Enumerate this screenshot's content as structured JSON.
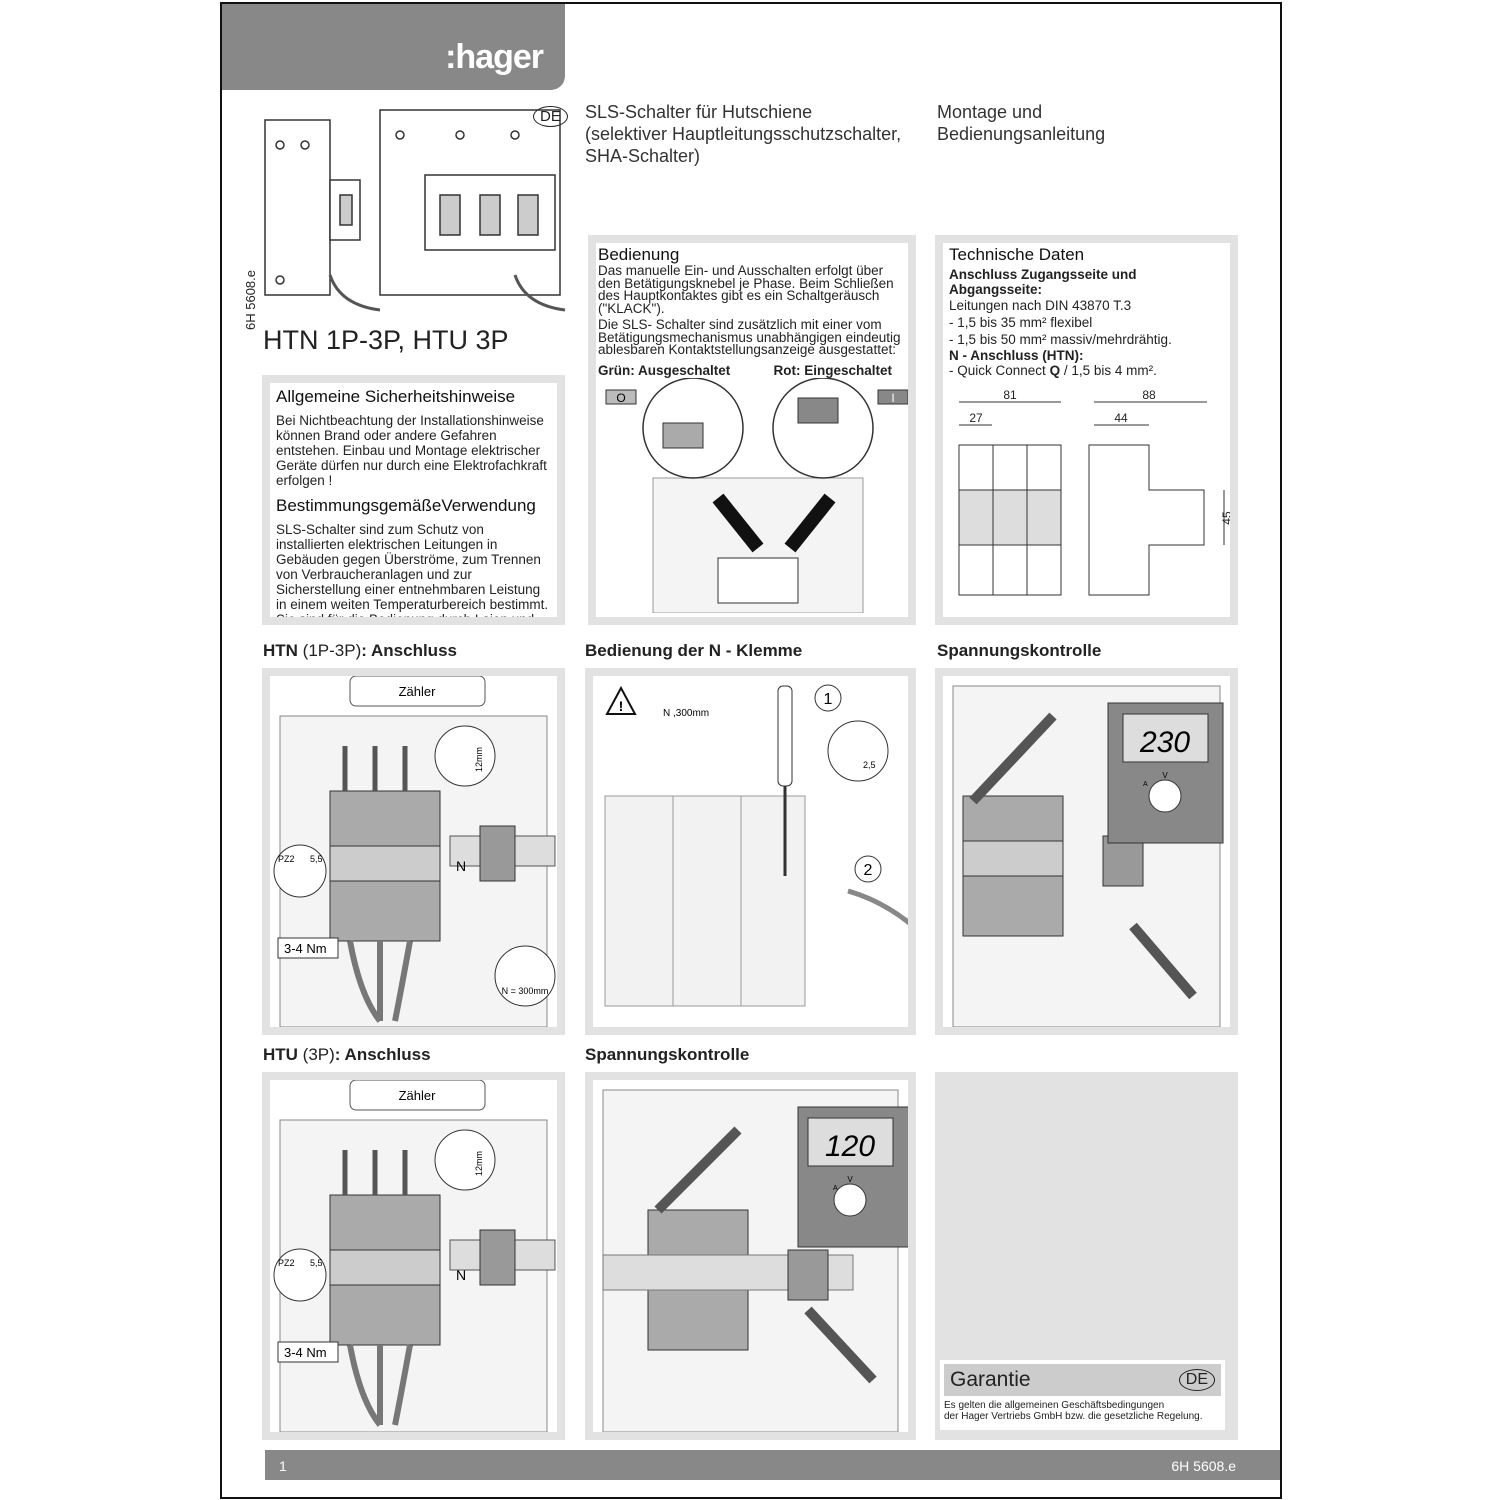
{
  "brand": {
    "logo": ":hager",
    "header_color": "#888888"
  },
  "doc_code_vertical": "6H 5608.e",
  "language_badge": "DE",
  "product_title": "HTN 1P-3P, HTU 3P",
  "doc_title": [
    "SLS-Schalter für Hutschiene",
    "(selektiver Hauptleitungsschutzschalter,",
    "SHA-Schalter)"
  ],
  "doc_subtitle": [
    "Montage und",
    "Bedienungsanleitung"
  ],
  "safety": {
    "heading": "Allgemeine Sicherheitshinweise",
    "text": "Bei Nichtbeachtung der Installationshinweise können Brand oder andere Gefahren entstehen. Einbau und Montage elektrischer Geräte dürfen nur durch eine Elektrofachkraft erfolgen !",
    "heading2": "BestimmungsgemäßeVerwendung",
    "text2": "SLS-Schalter sind zum Schutz von installierten elektrischen Leitungen in Gebäuden gegen Überströme, zum Trennen von Verbraucheranlagen und zur Sicherstellung einer entnehmbaren Leistung in einem weiten Temperaturbereich bestimmt. Sie sind für die Bedienung durch Laien und für den wartungslosen Einsatz gebaut."
  },
  "operation": {
    "heading": "Bedienung",
    "text": "Das manuelle Ein- und Ausschalten erfolgt über den Betätigungsknebel je Phase. Beim Schließen des Hauptkontaktes gibt es ein Schaltgeräusch (\"KLACK\").",
    "text2": "Die SLS- Schalter sind zusätzlich mit einer vom Betätigungsmechanismus unabhängigen eindeutig ablesbaren Kontaktstellungsanzeige ausgestattet:",
    "green": "Grün: Ausgeschaltet",
    "red": "Rot: Eingeschaltet",
    "off_symbol": "O",
    "on_symbol": "I"
  },
  "tech": {
    "heading": "Technische Daten",
    "sub": "Anschluss Zugangsseite und Abgangsseite:",
    "lines": [
      "Leitungen nach DIN 43870 T.3",
      "- 1,5 bis 35 mm² flexibel",
      "- 1,5 bis 50 mm² massiv/mehrdrähtig."
    ],
    "n_heading": "N - Anschluss (HTN):",
    "n_line_a": "- Quick Connect",
    "n_line_b": "/ 1,5 bis 4 mm².",
    "dims": {
      "width_total": "81",
      "width_pole": "27",
      "depth_total": "88",
      "depth_front": "44",
      "height_front": "45"
    }
  },
  "sections": {
    "htn": {
      "bold": "HTN",
      "normal": " (1P-3P)",
      "rest": ": Anschluss"
    },
    "n_clamp": "Bedienung der N - Klemme",
    "voltage1": "Spannungskontrolle",
    "htu": {
      "bold": "HTU",
      "normal": " (3P)",
      "rest": ": Anschluss"
    },
    "voltage2": "Spannungskontrolle"
  },
  "diagram_labels": {
    "meter": "Zähler",
    "strip": "12mm",
    "pz": "PZ2",
    "slot": "5,5",
    "torque": "3-4 Nm",
    "n": "N",
    "n_len": "N = 300mm",
    "n_len2": "N ,300mm",
    "step1": "1",
    "step2": "2",
    "blade": "2,5",
    "reading1": "230",
    "reading2": "120",
    "volt": "V",
    "amp": "A"
  },
  "guarantee": {
    "heading": "Garantie",
    "badge": "DE",
    "text1": "Es gelten die allgemeinen Geschäftsbedingungen",
    "text2": "der Hager Vertriebs GmbH bzw. die gesetzliche Regelung."
  },
  "footer": {
    "page": "1",
    "code": "6H 5608.e"
  }
}
